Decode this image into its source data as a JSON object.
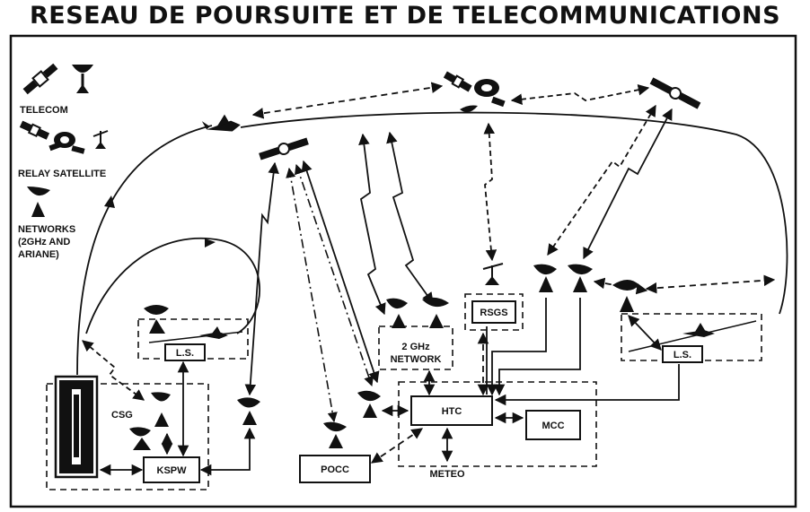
{
  "title": "RESEAU DE POURSUITE ET DE TELECOMMUNICATIONS",
  "legend": {
    "telecom": "TELECOM",
    "relay": "RELAY SATELLITE",
    "networks_1": "NETWORKS",
    "networks_2": "(2GHz AND",
    "networks_3": "ARIANE)"
  },
  "nodes": {
    "csg": "CSG",
    "kspw": "KSPW",
    "ls_left": "L.S.",
    "ls_right": "L.S.",
    "network_1": "2 GHz",
    "network_2": "NETWORK",
    "rsgs": "RSGS",
    "htc": "HTC",
    "mcc": "MCC",
    "pocc": "POCC",
    "meteo": "METEO"
  }
}
